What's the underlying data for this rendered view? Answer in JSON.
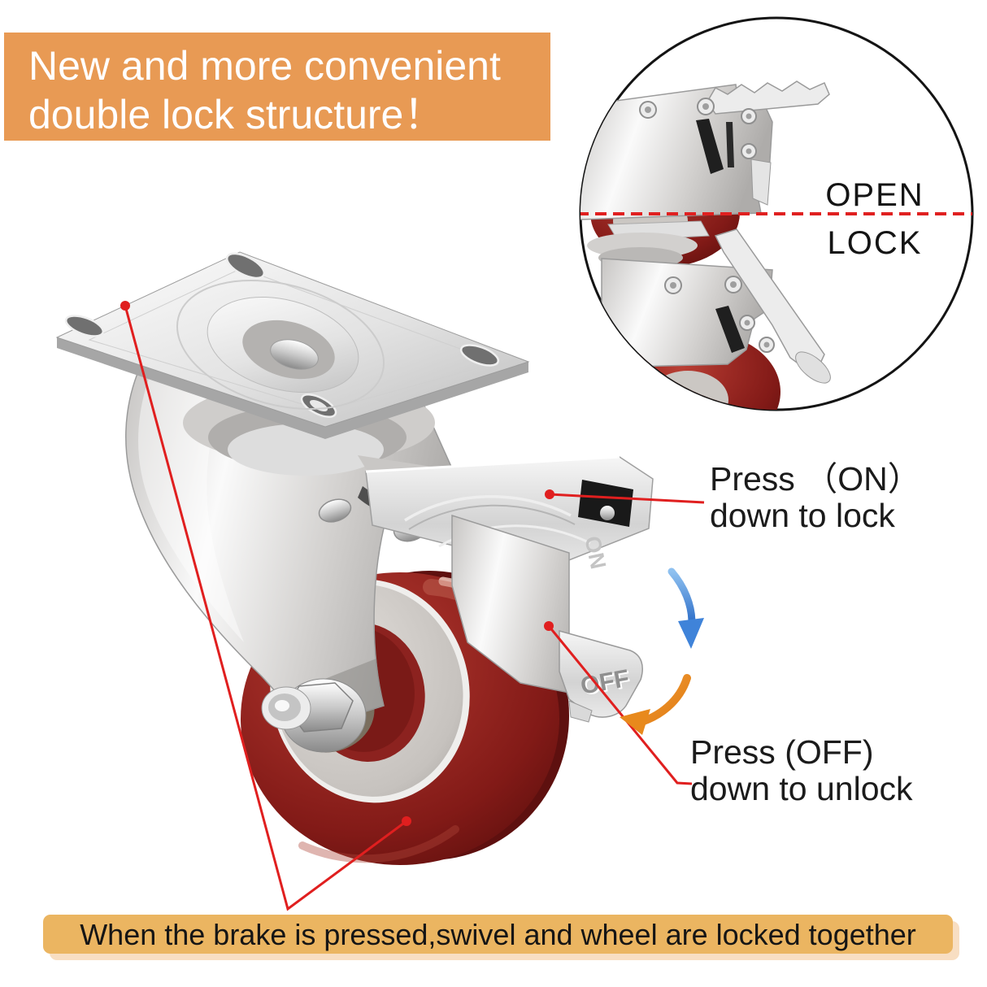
{
  "header_banner": {
    "line1": "New and more convenient",
    "line2": "double lock structure！",
    "bg_color": "#E89A54",
    "text_color": "#ffffff"
  },
  "inset": {
    "open_label": "OPEN",
    "lock_label": "LOCK",
    "divider_color": "#E02020"
  },
  "caster_labels": {
    "pedal_on": "ON",
    "pedal_off": "OFF"
  },
  "annotations": {
    "press_on": {
      "line1": "Press （ON）",
      "line2": "down to lock"
    },
    "press_off": {
      "line1": "Press (OFF)",
      "line2": "down to unlock"
    }
  },
  "footer_banner": {
    "text": "When the brake is pressed,swivel and wheel are locked together",
    "bg_color": "#EBB561",
    "shadow_color": "#F8DEC2",
    "text_color": "#151515"
  },
  "colors": {
    "annotation_red": "#E01F1F",
    "arrow_blue": "#3F83D9",
    "arrow_orange": "#E8891C",
    "wheel_maroon": "#8C1F1D",
    "metal_silver": "#D8D8D8"
  }
}
